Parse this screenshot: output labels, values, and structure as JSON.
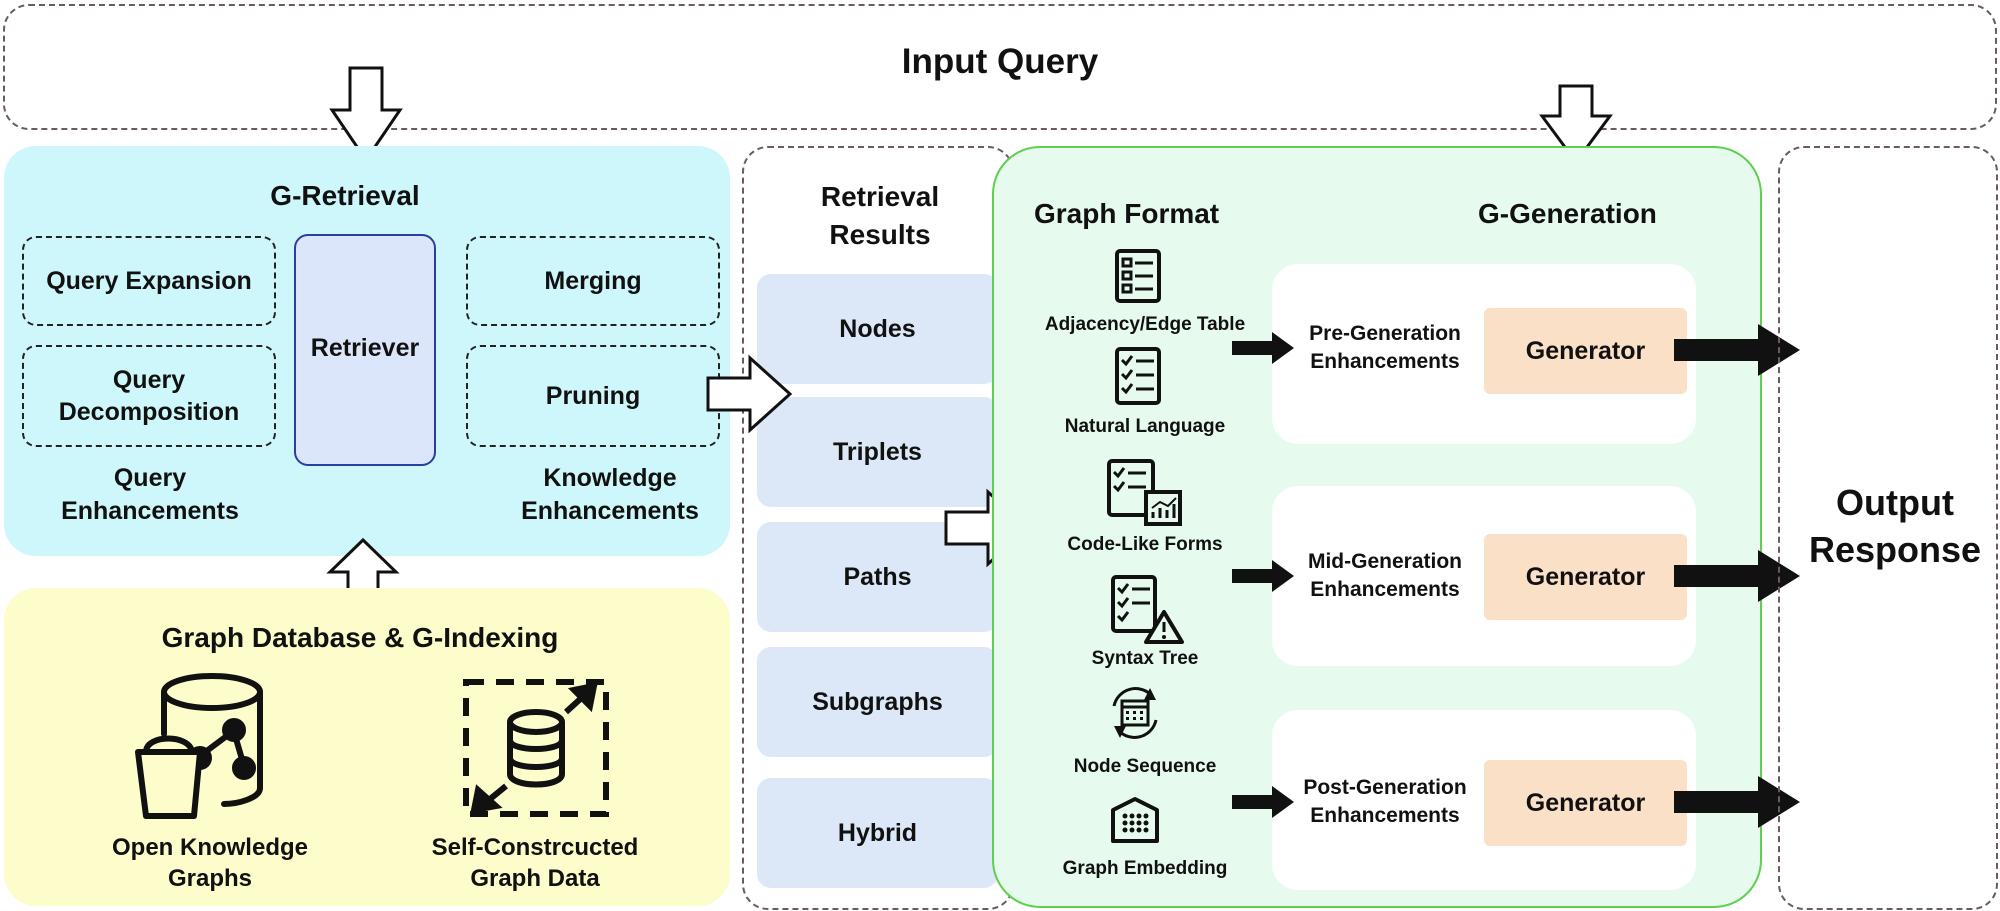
{
  "input": {
    "title": "Input Query"
  },
  "g_retrieval": {
    "title": "G-Retrieval",
    "retriever": "Retriever",
    "query_enhancements": {
      "items": [
        "Query Expansion",
        "Query Decomposition"
      ],
      "label": "Query Enhancements"
    },
    "knowledge_enhancements": {
      "items": [
        "Merging",
        "Pruning"
      ],
      "label": "Knowledge Enhancements"
    }
  },
  "graph_database": {
    "title": "Graph Database & G-Indexing",
    "sources": [
      {
        "label_line1": "Open Knowledge",
        "label_line2": "Graphs",
        "icon": "database-graph-icon"
      },
      {
        "label_line1": "Self-Constrcucted",
        "label_line2": "Graph Data",
        "icon": "database-expand-icon"
      }
    ]
  },
  "retrieval_results": {
    "title_line1": "Retrieval",
    "title_line2": "Results",
    "items": [
      "Nodes",
      "Triplets",
      "Paths",
      "Subgraphs",
      "Hybrid"
    ]
  },
  "g_generation": {
    "title": "G-Generation",
    "format_title": "Graph Format",
    "formats": [
      {
        "label": "Adjacency/Edge Table",
        "icon": "table-list-icon"
      },
      {
        "label": "Natural Language",
        "icon": "checklist-icon"
      },
      {
        "label": "Code-Like Forms",
        "icon": "checklist-chart-icon"
      },
      {
        "label": "Syntax Tree",
        "icon": "checklist-warning-icon"
      },
      {
        "label": "Node Sequence",
        "icon": "calendar-cycle-icon"
      },
      {
        "label": "Graph Embedding",
        "icon": "embedding-grid-icon"
      }
    ],
    "stages": [
      {
        "label_line1": "Pre-Generation",
        "label_line2": "Enhancements",
        "generator": "Generator"
      },
      {
        "label_line1": "Mid-Generation",
        "label_line2": "Enhancements",
        "generator": "Generator"
      },
      {
        "label_line1": "Post-Generation",
        "label_line2": "Enhancements",
        "generator": "Generator"
      }
    ]
  },
  "output": {
    "title_line1": "Output",
    "title_line2": "Response"
  },
  "colors": {
    "retrieval_bg": "#cef7fb",
    "database_bg": "#fdfccb",
    "results_box": "#dce7f7",
    "generation_bg": "#e6fbee",
    "generation_border": "#5fcf4f",
    "generator_box": "#fbe0c8",
    "retriever_box": "#dce6fb",
    "retriever_border": "#2a3fa0"
  }
}
